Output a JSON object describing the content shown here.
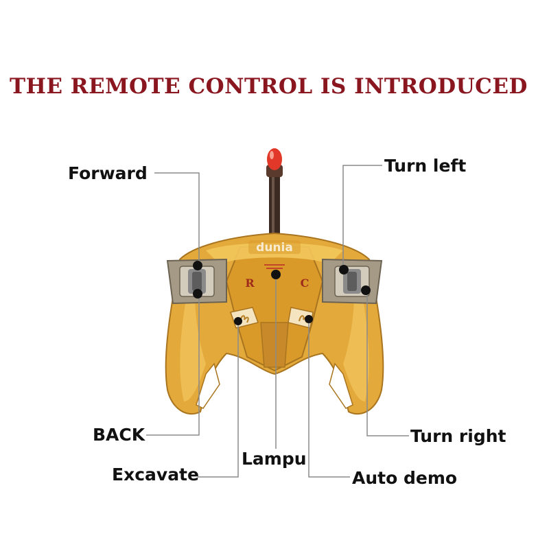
{
  "title": "THE REMOTE CONTROL IS INTRODUCED",
  "remote": {
    "watermark": "dunia",
    "badge_left": "R",
    "badge_right": "C"
  },
  "labels": {
    "forward": "Forward",
    "turn_left": "Turn left",
    "back": "BACK",
    "turn_right": "Turn right",
    "lampu": "Lampu",
    "excavate": "Excavate",
    "auto_demo": "Auto demo"
  },
  "colors": {
    "title": "#8a1620",
    "body": "#e3a93a",
    "body_dark": "#b9822a",
    "antenna_tip": "#e2382a",
    "leader_line": "#8a8a8a"
  }
}
